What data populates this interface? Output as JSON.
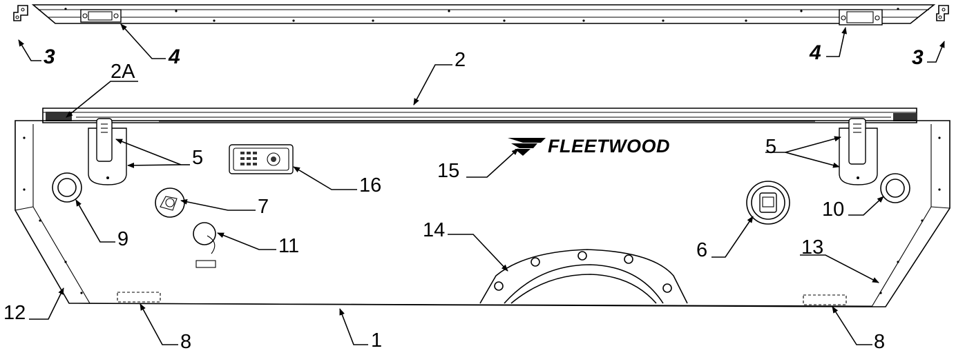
{
  "brand": {
    "text": "FLEETWOOD"
  },
  "callouts": [
    {
      "id": "c1",
      "text": "1"
    },
    {
      "id": "c2",
      "text": "2"
    },
    {
      "id": "c2a",
      "text": "2A"
    },
    {
      "id": "c3l",
      "text": "3"
    },
    {
      "id": "c3r",
      "text": "3"
    },
    {
      "id": "c4l",
      "text": "4"
    },
    {
      "id": "c4r",
      "text": "4"
    },
    {
      "id": "c5l",
      "text": "5"
    },
    {
      "id": "c5r",
      "text": "5"
    },
    {
      "id": "c6",
      "text": "6"
    },
    {
      "id": "c7",
      "text": "7"
    },
    {
      "id": "c8l",
      "text": "8"
    },
    {
      "id": "c8r",
      "text": "8"
    },
    {
      "id": "c9",
      "text": "9"
    },
    {
      "id": "c10",
      "text": "10"
    },
    {
      "id": "c11",
      "text": "11"
    },
    {
      "id": "c12",
      "text": "12"
    },
    {
      "id": "c13",
      "text": "13"
    },
    {
      "id": "c14",
      "text": "14"
    },
    {
      "id": "c15",
      "text": "15"
    },
    {
      "id": "c16",
      "text": "16"
    }
  ]
}
